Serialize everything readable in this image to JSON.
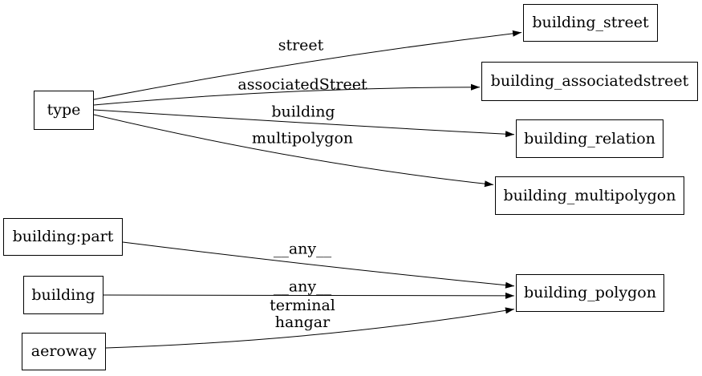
{
  "diagram": {
    "background_color": "#ffffff",
    "line_color": "#000000",
    "text_color": "#000000",
    "nodes": [
      {
        "id": "type",
        "label": "type"
      },
      {
        "id": "building_street",
        "label": "building_street"
      },
      {
        "id": "building_associatedstreet",
        "label": "building_associatedstreet"
      },
      {
        "id": "building_relation",
        "label": "building_relation"
      },
      {
        "id": "building_multipolygon",
        "label": "building_multipolygon"
      },
      {
        "id": "building_part",
        "label": "building:part"
      },
      {
        "id": "building",
        "label": "building"
      },
      {
        "id": "aeroway",
        "label": "aeroway"
      },
      {
        "id": "building_polygon",
        "label": "building_polygon"
      }
    ],
    "edges": [
      {
        "from": "type",
        "to": "building_street",
        "label": "street"
      },
      {
        "from": "type",
        "to": "building_associatedstreet",
        "label": "associatedStreet"
      },
      {
        "from": "type",
        "to": "building_relation",
        "label": "building"
      },
      {
        "from": "type",
        "to": "building_multipolygon",
        "label": "multipolygon"
      },
      {
        "from": "building:part",
        "to": "building_polygon",
        "label": "__any__"
      },
      {
        "from": "building",
        "to": "building_polygon",
        "label": "__any__"
      },
      {
        "from": "aeroway",
        "to": "building_polygon",
        "label": "terminal\nhangar"
      }
    ]
  }
}
